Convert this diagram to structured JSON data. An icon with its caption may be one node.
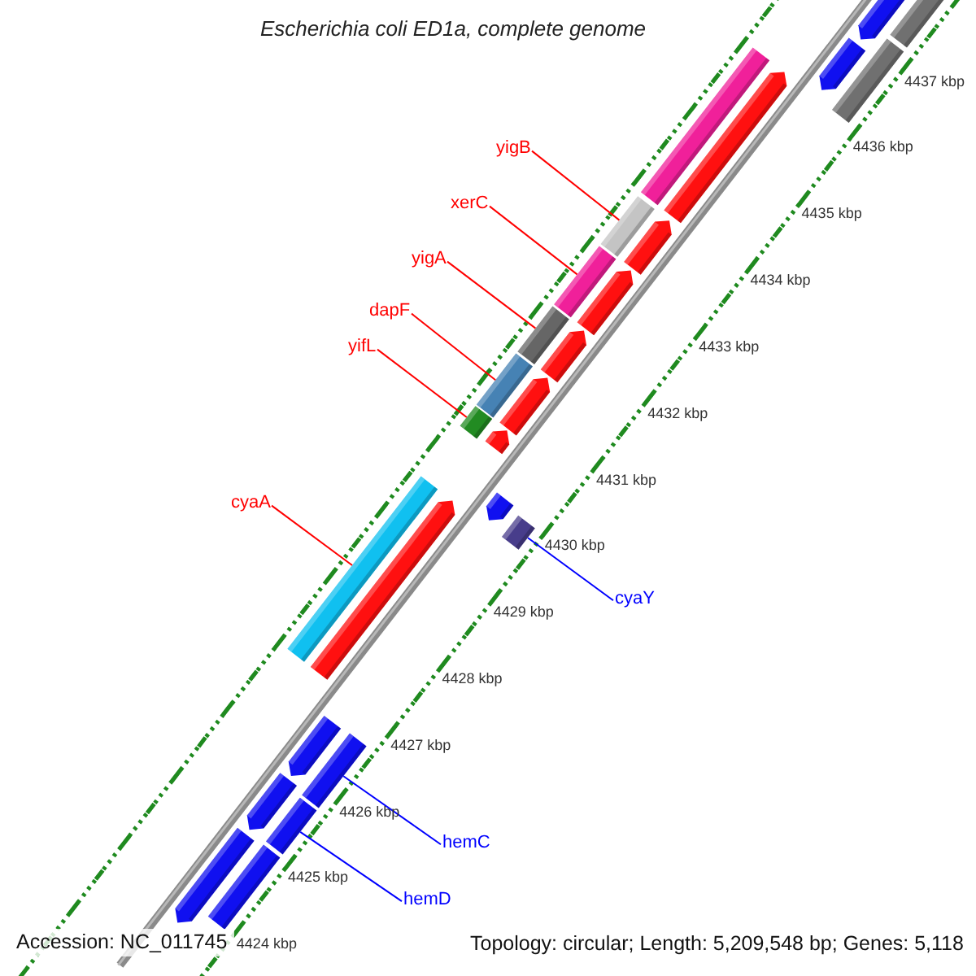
{
  "diagram": {
    "title": "Escherichia coli ED1a, complete genome",
    "nodes": [
      {
        "text": [
          "yigB"
        ]
      },
      {
        "text": [
          "xerC"
        ]
      },
      {
        "text": [
          "yigA"
        ]
      },
      {
        "text": [
          "dapF"
        ]
      },
      {
        "text": [
          "yifL"
        ]
      },
      {
        "text": [
          "cyaA"
        ]
      },
      {
        "text": [
          "cyaY"
        ]
      },
      {
        "text": [
          "hemC"
        ]
      },
      {
        "text": [
          "hemD"
        ]
      },
      {
        "text": [],
        "shape": "bar"
      },
      {
        "text": [],
        "shape": "pentagon"
      },
      {
        "text": [],
        "shape": "bar"
      },
      {
        "text": [],
        "shape": "pentagon"
      },
      {
        "text": [],
        "shape": "bar"
      },
      {
        "text": [],
        "shape": "pentagon"
      },
      {
        "text": [],
        "shape": "bar"
      },
      {
        "text": [],
        "shape": "pentagon"
      },
      {
        "text": [],
        "shape": "bar"
      },
      {
        "text": [],
        "shape": "pentagon"
      },
      {
        "text": [],
        "shape": "bar"
      },
      {
        "text": [],
        "shape": "pentagon"
      },
      {
        "text": [],
        "shape": "bar"
      },
      {
        "text": [],
        "shape": "pentagon"
      },
      {
        "text": [],
        "shape": "bar"
      },
      {
        "text": [],
        "shape": "pentagon"
      },
      {
        "text": [],
        "shape": "pentagon"
      },
      {
        "text": [],
        "shape": "bar"
      },
      {
        "text": [],
        "shape": "bar"
      },
      {
        "text": [],
        "shape": "pentagon"
      },
      {
        "text": [],
        "shape": "bar"
      },
      {
        "text": [],
        "shape": "pentagon"
      },
      {
        "text": [],
        "shape": "pentagon"
      },
      {
        "text": [],
        "shape": "bar"
      },
      {
        "text": [],
        "shape": "pentagon"
      },
      {
        "text": [],
        "shape": "bar"
      }
    ],
    "edges": [
      {
        "from": 0,
        "to": 15,
        "arrow": "none"
      },
      {
        "from": 1,
        "to": 17,
        "arrow": "none"
      },
      {
        "from": 2,
        "to": 19,
        "arrow": "none"
      },
      {
        "from": 3,
        "to": 21,
        "arrow": "none"
      },
      {
        "from": 4,
        "to": 23,
        "arrow": "none"
      },
      {
        "from": 5,
        "to": 27,
        "arrow": "none"
      },
      {
        "from": 6,
        "to": 26,
        "arrow": "none",
        "color": "#0000ff"
      },
      {
        "from": 7,
        "to": 29,
        "arrow": "none",
        "color": "#0000ff"
      },
      {
        "from": 8,
        "to": 32,
        "arrow": "none",
        "color": "#0000ff"
      }
    ],
    "labels": [
      "4437 kbp",
      "4436 kbp",
      "4435 kbp",
      "4434 kbp",
      "4433 kbp",
      "4432 kbp",
      "4431 kbp",
      "4430 kbp",
      "4429 kbp",
      "4428 kbp",
      "4427 kbp",
      "4426 kbp",
      "4425 kbp",
      "4424 kbp",
      "Accession: NC_011745",
      "Topology: circular; Length: 5,209,548 bp; Genes: 5,118"
    ]
  }
}
